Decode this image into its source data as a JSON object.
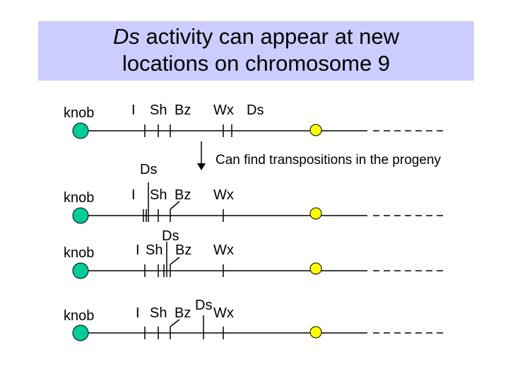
{
  "title": {
    "line1_italic": "Ds",
    "line1_rest": " activity can appear at new",
    "line2": "locations on chromosome 9"
  },
  "colors": {
    "title_background": "#ccccff",
    "knob": "#00cc99",
    "centromere": "#ffff00"
  },
  "arrow_label": "Can find transpositions in the progeny",
  "chromosomes": [
    {
      "knob_label": "knob",
      "gene_labels": [
        {
          "id": "I",
          "text": "I"
        },
        {
          "id": "Sh",
          "text": "Sh"
        },
        {
          "id": "Bz",
          "text": "Bz"
        },
        {
          "id": "Wx",
          "text": "Wx"
        },
        {
          "id": "Ds",
          "text": "Ds"
        }
      ]
    },
    {
      "knob_label": "knob",
      "gene_labels": [
        {
          "id": "Ds",
          "text": "Ds"
        },
        {
          "id": "I",
          "text": "I"
        },
        {
          "id": "Sh",
          "text": "Sh"
        },
        {
          "id": "Bz",
          "text": "Bz"
        },
        {
          "id": "Wx",
          "text": "Wx"
        }
      ]
    },
    {
      "knob_label": "knob",
      "gene_labels": [
        {
          "id": "Ds",
          "text": "Ds"
        },
        {
          "id": "I",
          "text": "I"
        },
        {
          "id": "Sh",
          "text": "Sh"
        },
        {
          "id": "Bz",
          "text": "Bz"
        },
        {
          "id": "Wx",
          "text": "Wx"
        }
      ]
    },
    {
      "knob_label": "knob",
      "gene_labels": [
        {
          "id": "I",
          "text": "I"
        },
        {
          "id": "Sh",
          "text": "Sh"
        },
        {
          "id": "Bz",
          "text": "Bz"
        },
        {
          "id": "Ds",
          "text": "Ds"
        },
        {
          "id": "Wx",
          "text": "Wx"
        }
      ]
    }
  ]
}
